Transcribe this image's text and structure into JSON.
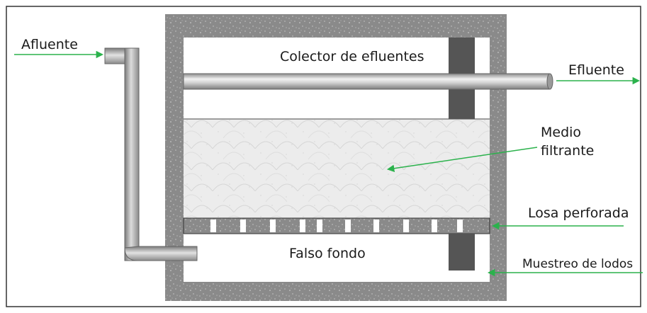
{
  "labels": {
    "afluente": "Afluente",
    "colector": "Colector de efluentes",
    "efluente": "Efluente",
    "medio_line1": "Medio",
    "medio_line2": "filtrante",
    "losa": "Losa perforada",
    "falso_fondo": "Falso fondo",
    "muestreo": "Muestreo de lodos"
  },
  "colors": {
    "concrete": "#8a8a8a",
    "arrow": "#2bb24c",
    "pipe": "#9a9a9a",
    "dark_column": "#555555",
    "text": "#1a1a1a",
    "frame": "#333333"
  },
  "icons": {
    "arrow": "green-arrow-icon"
  }
}
